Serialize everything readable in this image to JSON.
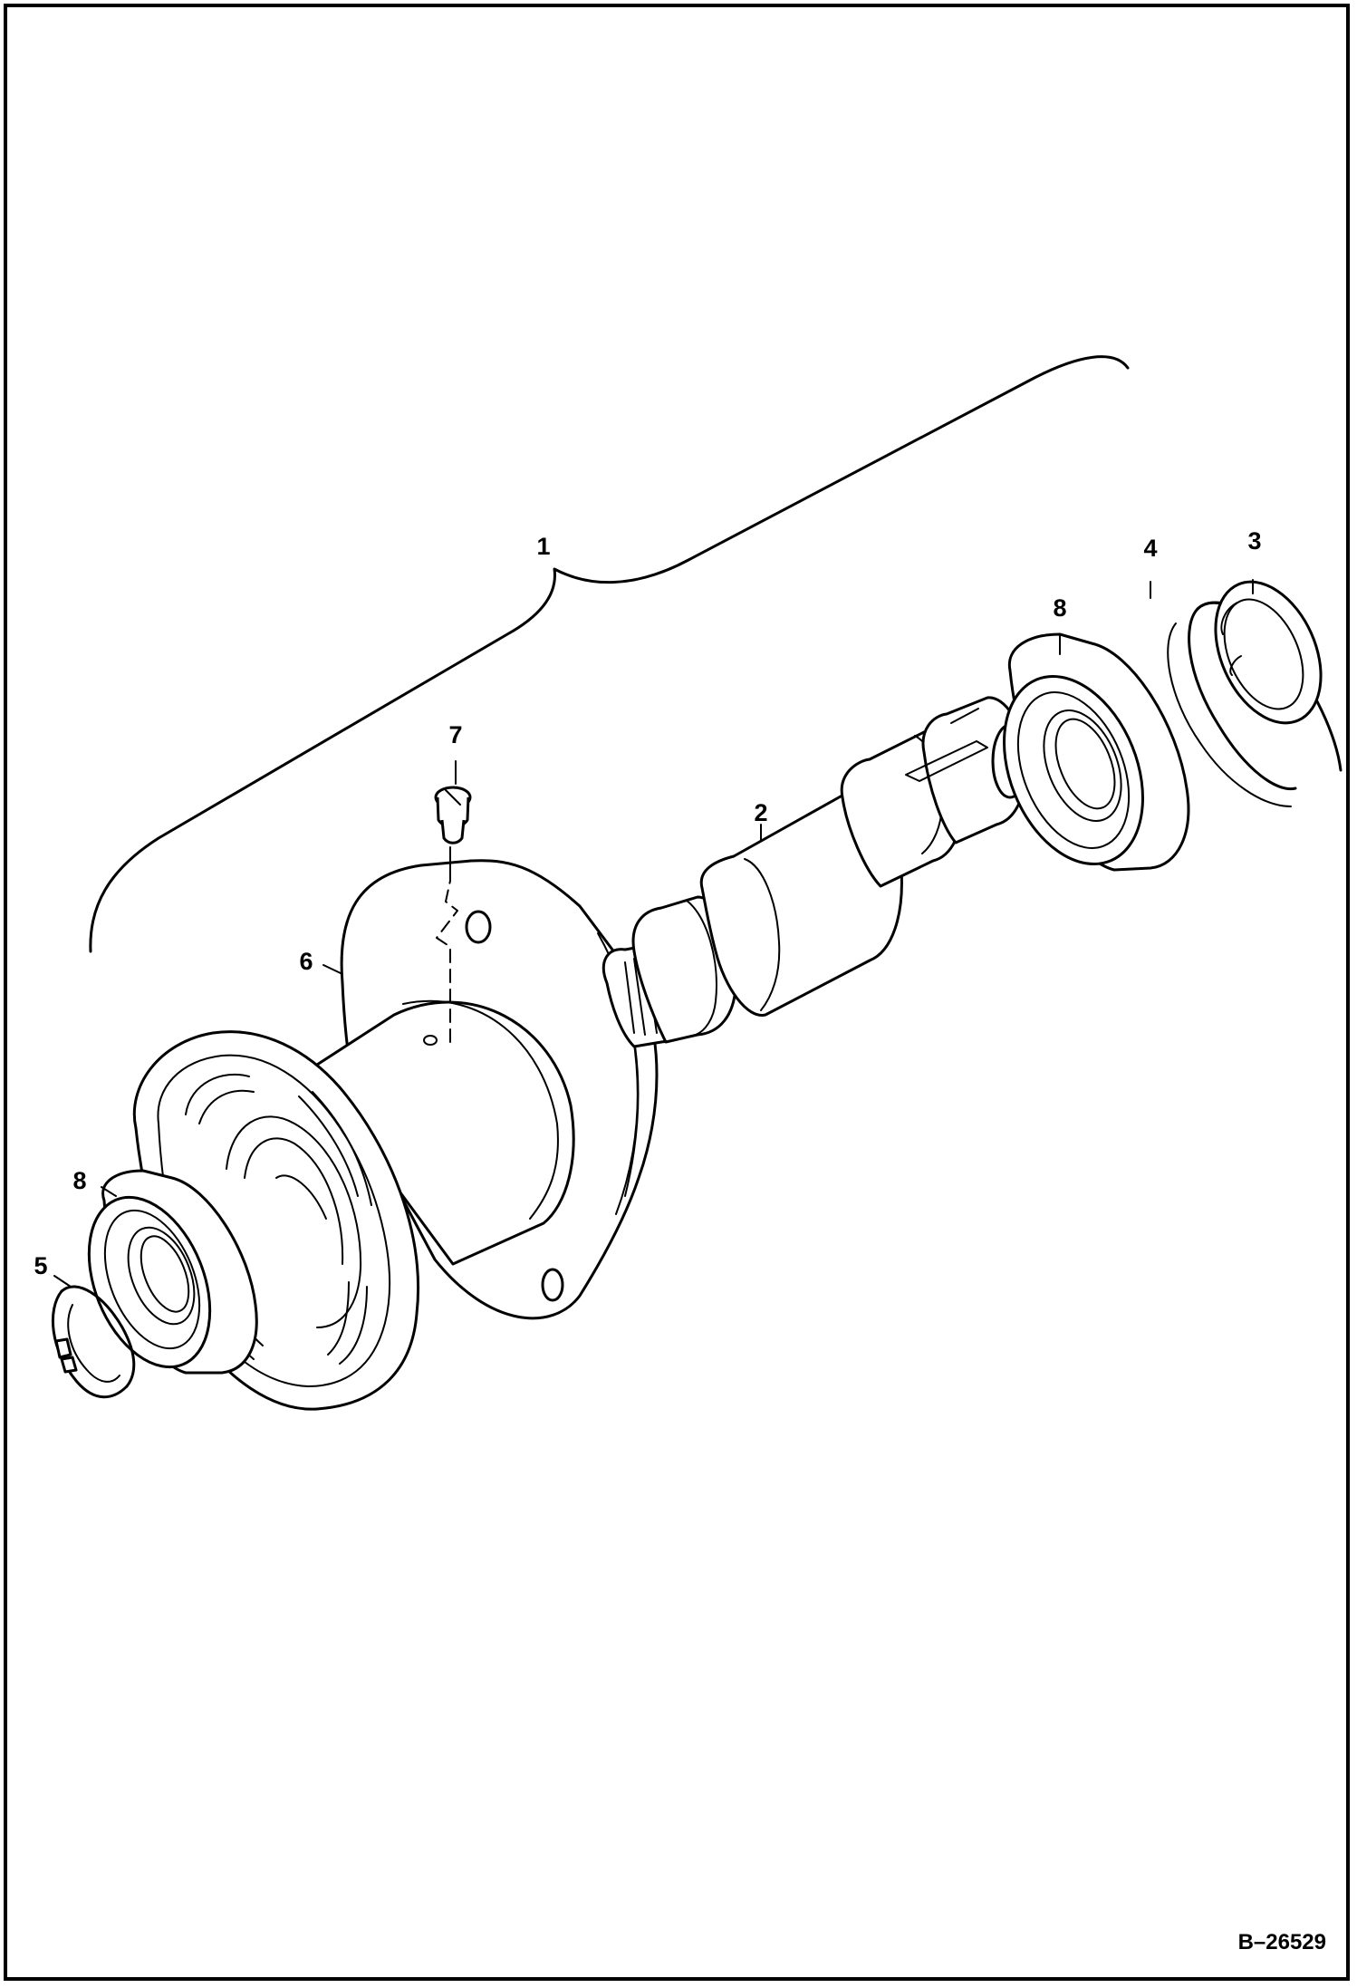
{
  "diagram": {
    "callouts": [
      {
        "id": "c1",
        "label": "1"
      },
      {
        "id": "c2",
        "label": "2"
      },
      {
        "id": "c3",
        "label": "3"
      },
      {
        "id": "c4",
        "label": "4"
      },
      {
        "id": "c5",
        "label": "5"
      },
      {
        "id": "c6",
        "label": "6"
      },
      {
        "id": "c7",
        "label": "7"
      },
      {
        "id": "c8a",
        "label": "8"
      },
      {
        "id": "c8b",
        "label": "8"
      }
    ],
    "figure_ref": "B–26529"
  }
}
